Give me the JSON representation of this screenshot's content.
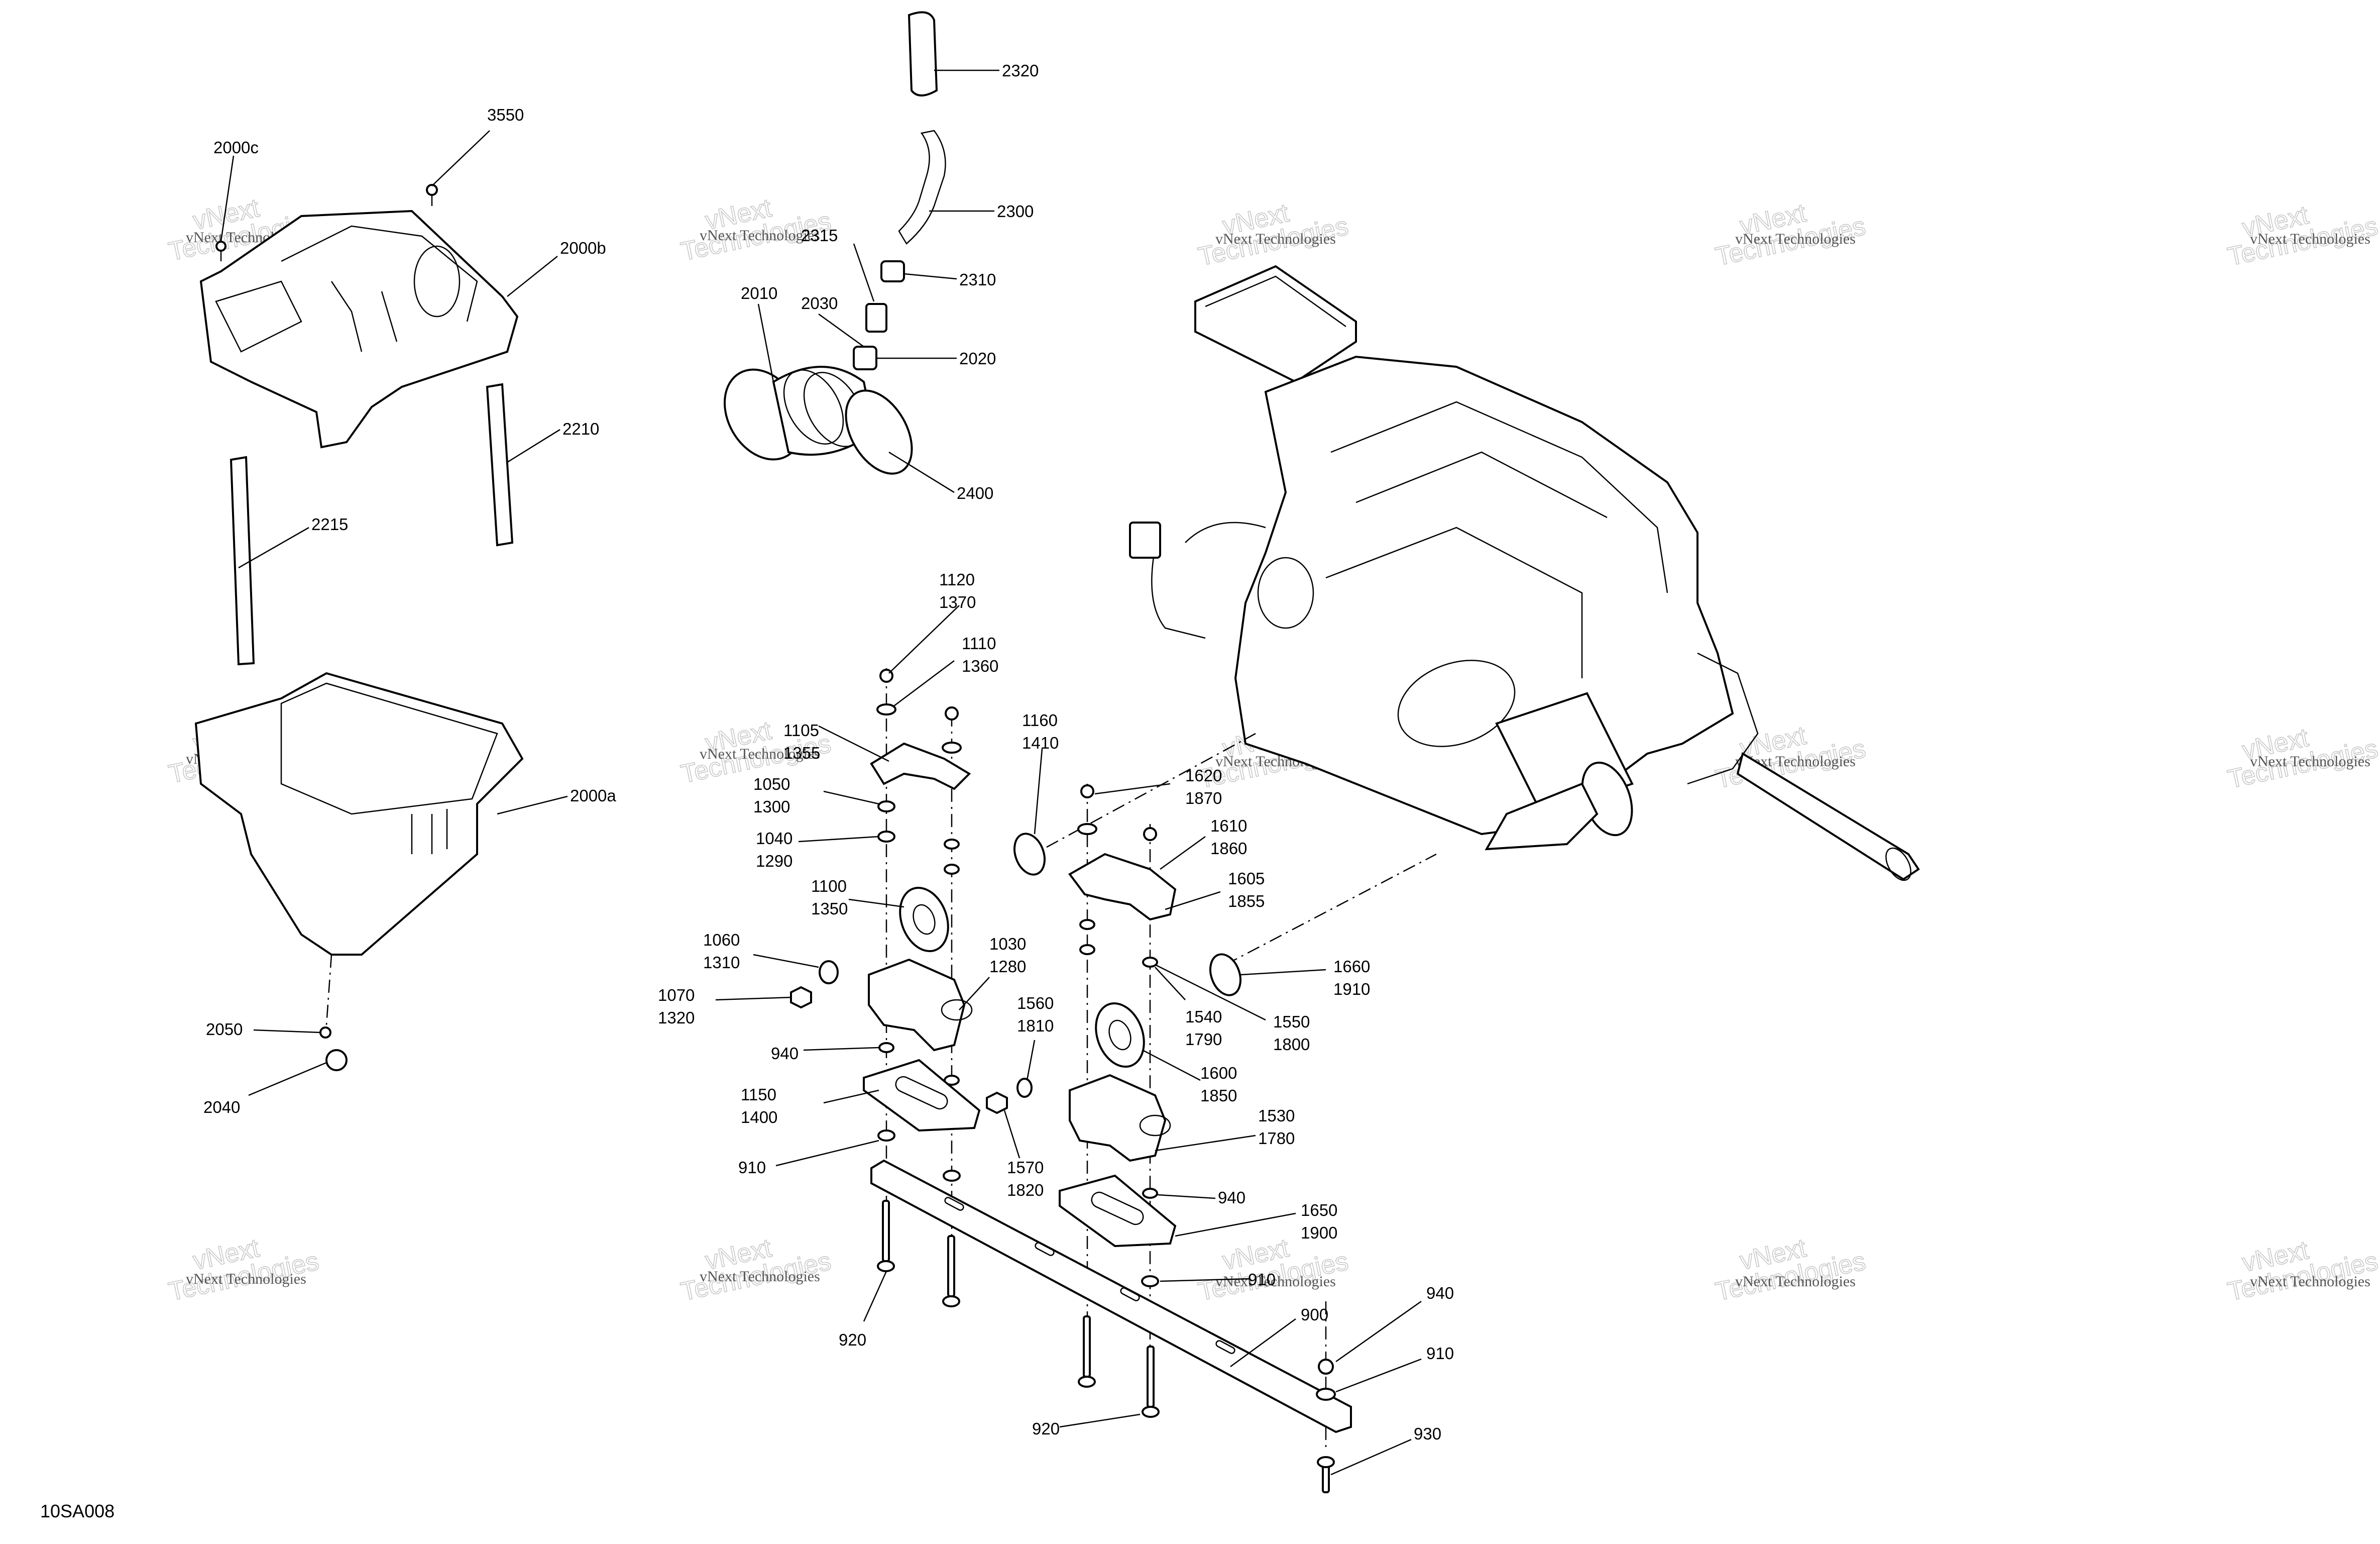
{
  "diagram_code": "10SA008",
  "watermark": {
    "line1": "vNext",
    "line2": "Technologies",
    "small": "vNext Technologies"
  },
  "callouts": [
    "2320",
    "2300",
    "2315",
    "2310",
    "2010",
    "2030",
    "2020",
    "2400",
    "3550",
    "2000c",
    "2000b",
    "2210",
    "2215",
    "2000a",
    "2050",
    "2040",
    "1120",
    "1370",
    "1110",
    "1360",
    "1105",
    "1355",
    "1050",
    "1300",
    "1040",
    "1290",
    "1100",
    "1350",
    "1060",
    "1310",
    "1070",
    "1320",
    "940",
    "1150",
    "1400",
    "910",
    "920",
    "1160",
    "1410",
    "1030",
    "1280",
    "1560",
    "1810",
    "1570",
    "1820",
    "1620",
    "1870",
    "1610",
    "1860",
    "1605",
    "1855",
    "1660",
    "1910",
    "1550",
    "1800",
    "1540",
    "1790",
    "1600",
    "1850",
    "1530",
    "1780",
    "940",
    "1650",
    "1900",
    "910",
    "900",
    "940",
    "910",
    "920",
    "930"
  ]
}
